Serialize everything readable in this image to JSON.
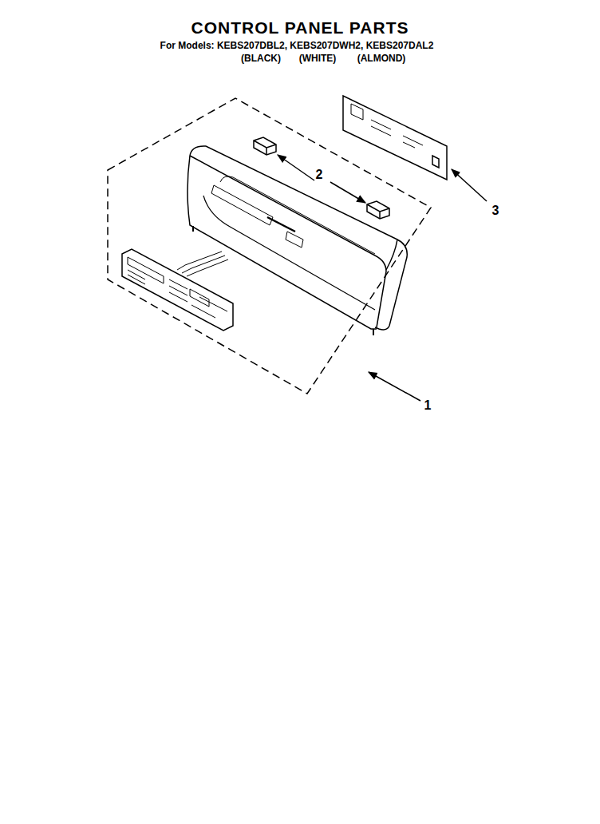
{
  "diagram": {
    "title": "CONTROL PANEL PARTS",
    "labels": [
      "For Models: KEBS207DBL2, KEBS207DWH2, KEBS207DAL2",
      "(BLACK)",
      "(WHITE)",
      "(ALMOND)",
      "2",
      "3",
      "1"
    ]
  }
}
